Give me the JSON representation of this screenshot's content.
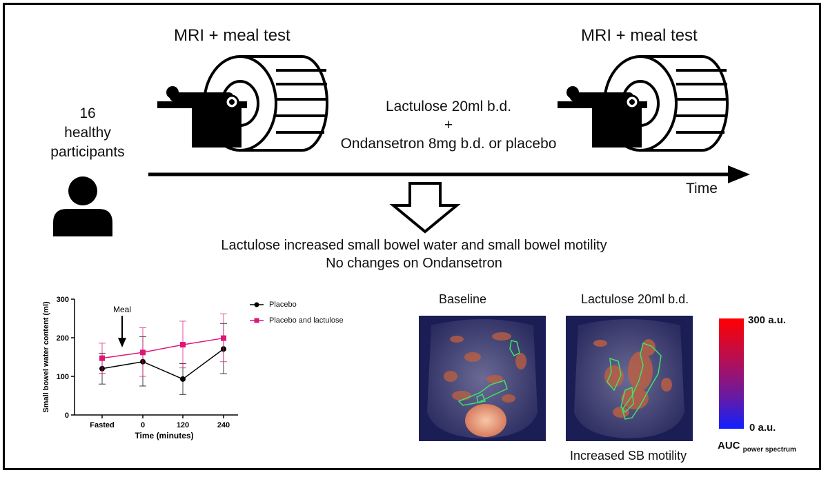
{
  "top": {
    "mri_left_label": "MRI + meal test",
    "mri_right_label": "MRI + meal test",
    "participants_count": "16",
    "participants_line2": "healthy",
    "participants_line3": "participants",
    "treatment_line1": "Lactulose 20ml b.d.",
    "treatment_line2": "+",
    "treatment_line3": "Ondansetron 8mg b.d. or placebo",
    "time_label": "Time"
  },
  "result": {
    "line1": "Lactulose increased small bowel water and small bowel motility",
    "line2": "No changes on Ondansetron"
  },
  "chart_data": {
    "type": "line",
    "ylabel": "Small bowel water content (ml)",
    "xlabel": "Time (minutes)",
    "categories": [
      "Fasted",
      "0",
      "120",
      "240"
    ],
    "ylim": [
      0,
      300
    ],
    "yticks": [
      0,
      100,
      200,
      300
    ],
    "annotation": "Meal",
    "series": [
      {
        "name": "Placebo",
        "color": "#000000",
        "marker": "circle",
        "values": [
          120,
          138,
          93,
          171
        ],
        "error_low": [
          80,
          75,
          53,
          107
        ],
        "error_high": [
          160,
          203,
          133,
          237
        ]
      },
      {
        "name": "Placebo and lactulose",
        "color": "#e0157a",
        "marker": "square",
        "values": [
          147,
          162,
          182,
          199
        ],
        "error_low": [
          108,
          100,
          122,
          138
        ],
        "error_high": [
          186,
          226,
          243,
          262
        ]
      }
    ]
  },
  "images": {
    "baseline_label": "Baseline",
    "lactulose_label": "Lactulose 20ml b.d.",
    "increased_label": "Increased SB motility"
  },
  "colorbar": {
    "max_label": "300 a.u.",
    "min_label": "0 a.u.",
    "title": "AUC",
    "subscript": "power spectrum"
  }
}
